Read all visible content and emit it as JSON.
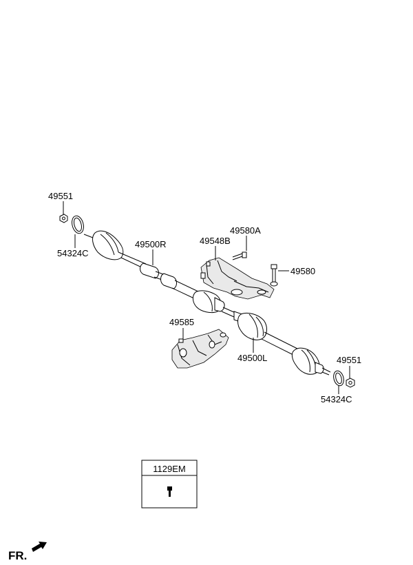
{
  "labels": {
    "nut_right": "49551",
    "ring_right": "54324C",
    "shaft_right": "49500R",
    "bracket_support": "49548B",
    "bolt_a": "49580A",
    "bolt": "49580",
    "bracket": "49585",
    "shaft_left": "49500L",
    "nut_left": "49551",
    "ring_left": "54324C"
  },
  "legend_box": {
    "code": "1129EM"
  },
  "direction": {
    "label": "FR."
  }
}
